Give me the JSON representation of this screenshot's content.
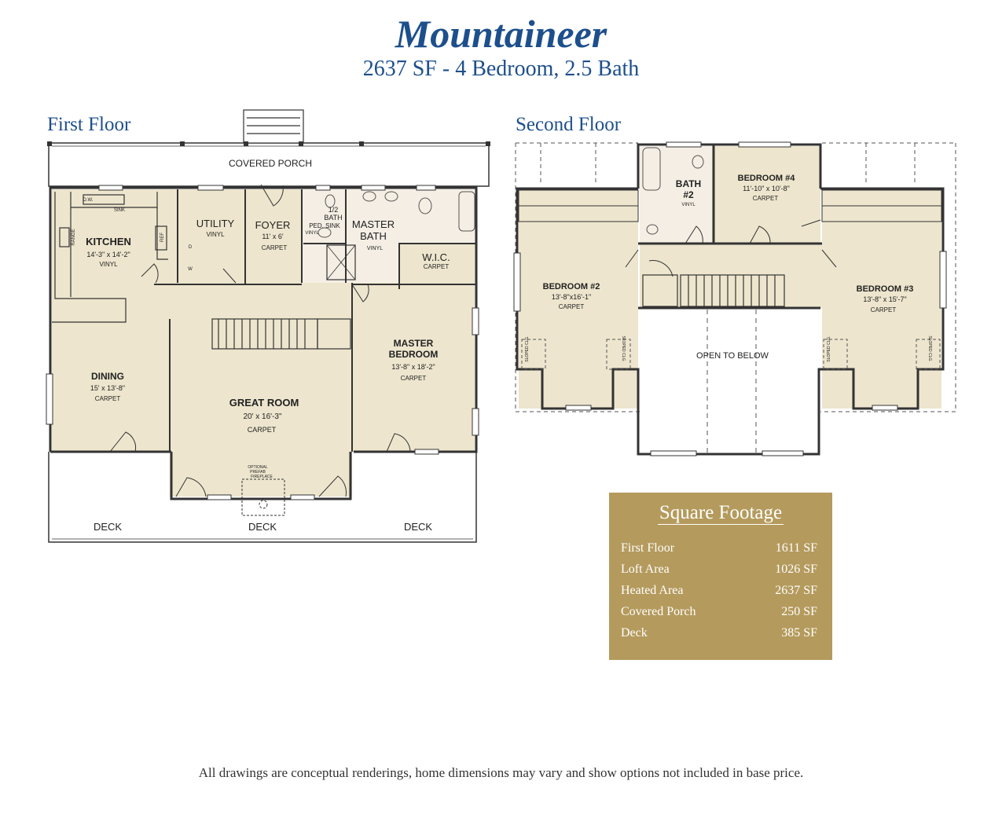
{
  "header": {
    "title": "Mountaineer",
    "subtitle": "2637 SF - 4 Bedroom, 2.5 Bath"
  },
  "first_floor": {
    "label": "First Floor",
    "covered_porch": "COVERED PORCH",
    "kitchen": {
      "name": "KITCHEN",
      "size": "14'-3\" x 14'-2\"",
      "finish": "VINYL"
    },
    "kitchen_dw": "D.W.",
    "kitchen_sink": "SINK",
    "kitchen_range": "RANGE",
    "kitchen_ref": "REF",
    "utility": {
      "name": "UTILITY",
      "finish": "VINYL"
    },
    "utility_d": "D",
    "utility_w": "W",
    "foyer": {
      "name": "FOYER",
      "size": "11' x 6'",
      "finish": "CARPET"
    },
    "half_bath": {
      "line1": "1/2",
      "line2": "BATH"
    },
    "ped_sink": "PED. SINK",
    "half_bath_vinyl": "VINYL",
    "master_bath": {
      "line1": "MASTER",
      "line2": "BATH",
      "finish": "VINYL"
    },
    "wic": {
      "name": "W.I.C.",
      "finish": "CARPET"
    },
    "master_bedroom": {
      "line1": "MASTER",
      "line2": "BEDROOM",
      "size": "13'-8\" x 18'-2\"",
      "finish": "CARPET"
    },
    "dining": {
      "name": "DINING",
      "size": "15' x 13'-8\"",
      "finish": "CARPET"
    },
    "great_room": {
      "name": "GREAT ROOM",
      "size": "20' x 16'-3\"",
      "finish": "CARPET"
    },
    "fireplace": {
      "line1": "OPTIONAL",
      "line2": "PREFAB",
      "line3": "FIREPLACE"
    },
    "decks": [
      "DECK",
      "DECK",
      "DECK"
    ]
  },
  "second_floor": {
    "label": "Second Floor",
    "bath2": {
      "line1": "BATH",
      "line2": "#2",
      "finish": "VINYL"
    },
    "bedroom4": {
      "name": "BEDROOM #4",
      "size": "11'-10\" x 10'-8\"",
      "finish": "CARPET"
    },
    "bedroom2": {
      "name": "BEDROOM #2",
      "size": "13'-8\"x16'-1\"",
      "finish": "CARPET"
    },
    "bedroom3": {
      "name": "BEDROOM #3",
      "size": "13'-8\" x 15'-7\"",
      "finish": "CARPET"
    },
    "open_to_below": "OPEN TO BELOW",
    "sloped_clg": [
      "SLOPED CLG.",
      "SLOPED CLG.",
      "SLOPED CLG.",
      "SLOPED CLG."
    ]
  },
  "square_footage": {
    "title": "Square Footage",
    "rows": [
      {
        "label": "First Floor",
        "value": "1611 SF"
      },
      {
        "label": "Loft Area",
        "value": "1026 SF"
      },
      {
        "label": "Heated Area",
        "value": "2637 SF"
      },
      {
        "label": "Covered Porch",
        "value": "250 SF"
      },
      {
        "label": "Deck",
        "value": "385 SF"
      }
    ]
  },
  "footer": {
    "disclaimer": "All drawings are conceptual renderings, home dimensions may vary and show options not included in base price."
  },
  "colors": {
    "heading_blue": "#1d4f8c",
    "room_fill": "#ede5cd",
    "bath_fill": "#f4eee4",
    "panel_gold": "#b49a5c",
    "wall": "#333333"
  }
}
